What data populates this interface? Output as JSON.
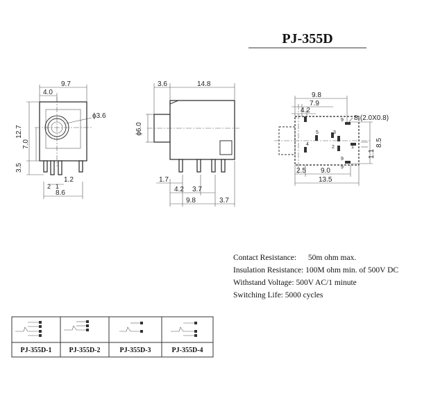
{
  "title": "PJ-355D",
  "front_view": {
    "dims": {
      "top_width": "9.7",
      "top_offset": "4.0",
      "hole_dia": "ϕ3.6",
      "height": "12.7",
      "center_height": "7.0",
      "pin_length": "3.5",
      "pin_pitch_small": "1.2",
      "pin_a": "2",
      "pin_b": "1",
      "bottom_width": "8.6"
    }
  },
  "side_view": {
    "dims": {
      "nose_length": "3.6",
      "body_length": "14.8",
      "nose_dia": "ϕ6.0",
      "pin_offset": "1.7",
      "pin_pitch_a": "4.2",
      "pin_pitch_b": "3.7",
      "pin_span": "9.8",
      "rear_pitch": "3.7"
    }
  },
  "pcb_layout": {
    "dims": {
      "top_span": "9.8",
      "span_a": "7.9",
      "span_b": "4.2",
      "slot": "8-(2.0X0.8)",
      "height": "8.5",
      "small_pitch": "1.1",
      "left_offset": "2.5",
      "pin_span": "9.0",
      "total_width": "13.5"
    },
    "pin_numbers": [
      "9",
      "5",
      "3",
      "4",
      "2",
      "1",
      "9",
      "9"
    ]
  },
  "specs": [
    {
      "label": "Contact Resistance:",
      "value": "50m ohm max."
    },
    {
      "label": "Insulation Resistance:",
      "value": "100M ohm min. of 500V DC"
    },
    {
      "label": "Withstand Voltage:",
      "value": "500V AC/1 minute"
    },
    {
      "label": "Switching Life:",
      "value": "5000 cycles"
    }
  ],
  "variants": [
    "PJ-355D-1",
    "PJ-355D-2",
    "PJ-355D-3",
    "PJ-355D-4"
  ]
}
